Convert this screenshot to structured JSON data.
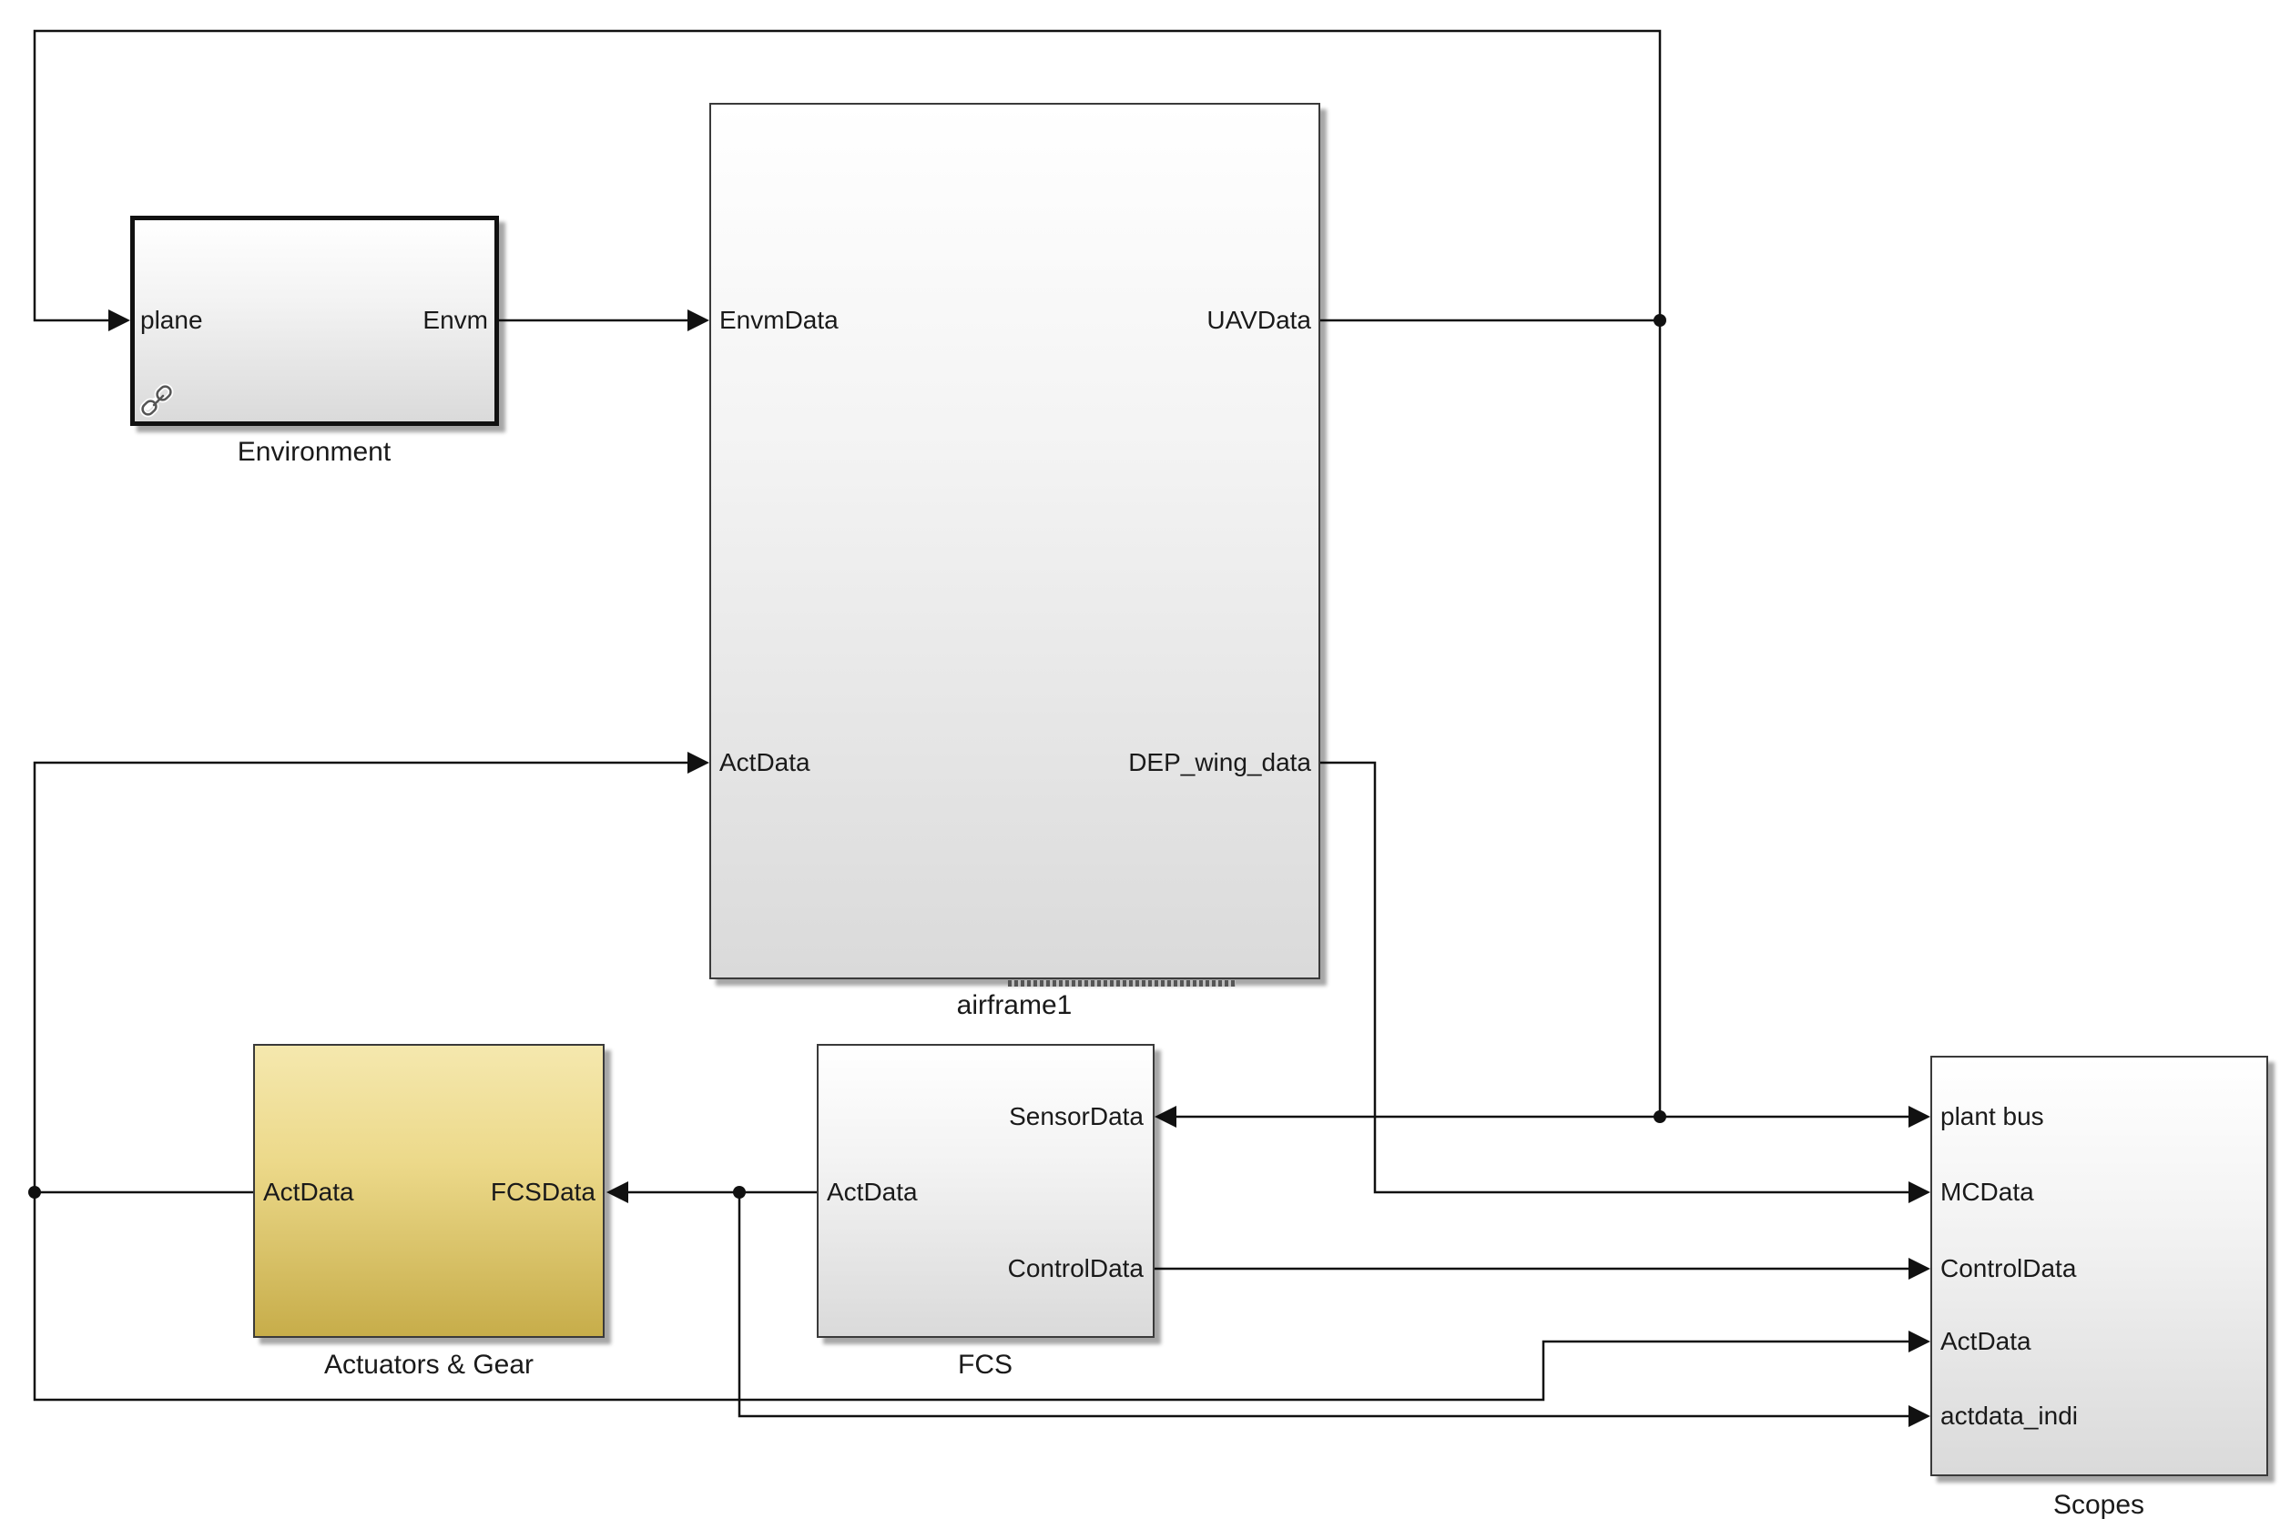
{
  "blocks": {
    "environment": {
      "name": "Environment",
      "inputs": [
        "plane"
      ],
      "outputs": [
        "Envm"
      ]
    },
    "airframe": {
      "name": "airframe1",
      "inputs": [
        "EnvmData",
        "ActData"
      ],
      "outputs": [
        "UAVData",
        "DEP_wing_data"
      ]
    },
    "actuators": {
      "name": "Actuators & Gear",
      "inputs": [
        "ActData"
      ],
      "outputs": [
        "FCSData"
      ]
    },
    "fcs": {
      "name": "FCS",
      "inputs": [
        "ActData"
      ],
      "outputs": [
        "SensorData",
        "ControlData"
      ]
    },
    "scopes": {
      "name": "Scopes",
      "inputs": [
        "plant bus",
        "MCData",
        "ControlData",
        "ActData",
        "actdata_indi"
      ]
    }
  },
  "colors": {
    "line": "#111111",
    "block_border": "#3a3a3a",
    "gold_top": "#f5e8ae",
    "gold_bottom": "#c7ad4a"
  },
  "icons": {
    "environment_library_link": "chain-link-icon"
  }
}
